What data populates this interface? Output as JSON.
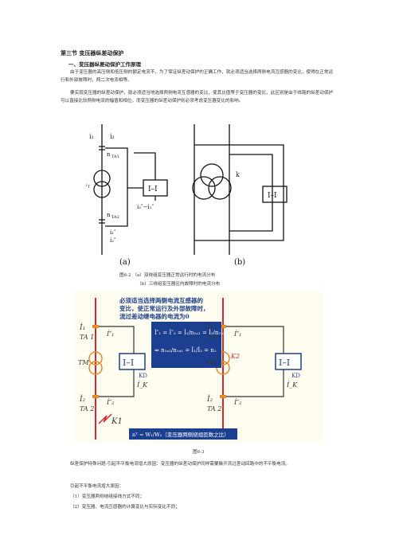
{
  "heading_section": "第三节 变压器纵差动保护",
  "heading_sub": "一、变压器纵差动保护工作原理",
  "para1": "由于变压器的高压侧和低压侧的额定电流不，为了保证纵差动保护的正确工作，就必须适当选择两侧电流互感器的变比，使得在正常运行和外部故障时，两二次电流相等。",
  "para2": "要实现变压器的纵差动保护，就必须适当地选择两侧电流互感器的变比，使其比值等于变压器的变比，此区别是由于线路的纵差动保护可以直接比较两侧电流的幅值和相位，而变压器的纵差动保护则必须考虑变压器变比的影响。",
  "fig1": {
    "label_a": "(a)",
    "label_b": "(b)",
    "relay": "I–I",
    "i1": "i̇₁",
    "i2": "i̇₂",
    "i1p": "i̇₁″",
    "i2p": "i̇₂″",
    "diff": "i̇₂″−i̇₁″",
    "nta1": "n",
    "nta1_sub": "TA1",
    "nt": "n",
    "nt_sub": "T",
    "nta2": "n",
    "nta2_sub": "TA2",
    "k": "k",
    "caption1": "图6-2 （a）双绕组变压器正常运行时的电流分布",
    "caption2": "（b）三绕组变压器区内故障时的电流分布"
  },
  "fig2": {
    "callout": "必须适当选择两侧电流互感器的变比，使正常运行及外部故障时，流过差动继电器的电流为0",
    "eq1": "İ″₁ = İ″₂ = İ₁/n₁ₐ₁ = İ₂/n₁ₐ₂",
    "eq2": "⇒ n₁ₐ₂/n₁ₐ₁ = İ₁/İ₂ = n₁",
    "bottom_formula": "nᵀ = W₁/W₂（变压器两侧绕组匝数之比）",
    "ta1": "TA 1",
    "ta2": "TA 2",
    "tm": "TM",
    "relay": "I–I",
    "kd": "KD",
    "kd2": "KD",
    "k1": "K1",
    "k2": "K2",
    "i1": "İ₁",
    "i2": "İ₂",
    "i1pp": "İ″₁",
    "i2pp": "İ″₂",
    "ik": "İ_K",
    "caption": "图6-3"
  },
  "para3": "纵差保护特殊问题-引起不平衡电流增大原因：变压器的纵差动保护同样需要躲开流过差动回路中的不平衡电流。",
  "list_intro": "引起不平衡电流增大原因：",
  "list": [
    "（1）变压器两侧绕组接线方式不同；",
    "（2）变压器、电流互感器的计算变比与实际变比不同；"
  ]
}
